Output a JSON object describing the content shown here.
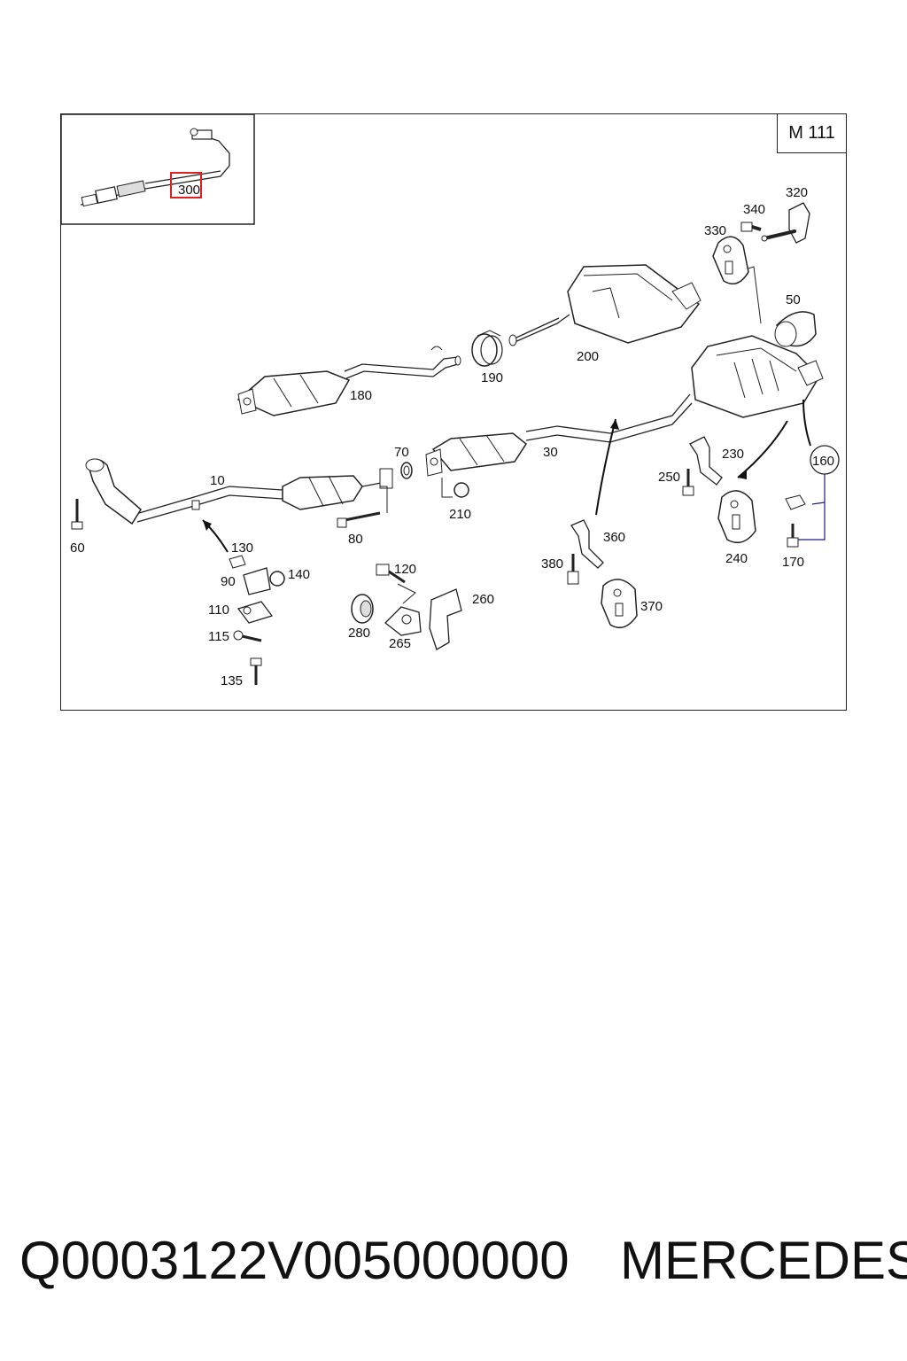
{
  "diagram": {
    "variant_label": "M 111",
    "highlight_color": "#e02020",
    "line_color": "#222222",
    "callouts": [
      "300",
      "320",
      "340",
      "330",
      "50",
      "200",
      "190",
      "180",
      "70",
      "30",
      "230",
      "160",
      "250",
      "10",
      "60",
      "80",
      "210",
      "240",
      "170",
      "360",
      "380",
      "370",
      "130",
      "90",
      "140",
      "120",
      "110",
      "280",
      "260",
      "265",
      "115",
      "135"
    ]
  },
  "footer": {
    "part_number": "Q0003122V005000000",
    "brand": "MERCEDES"
  }
}
